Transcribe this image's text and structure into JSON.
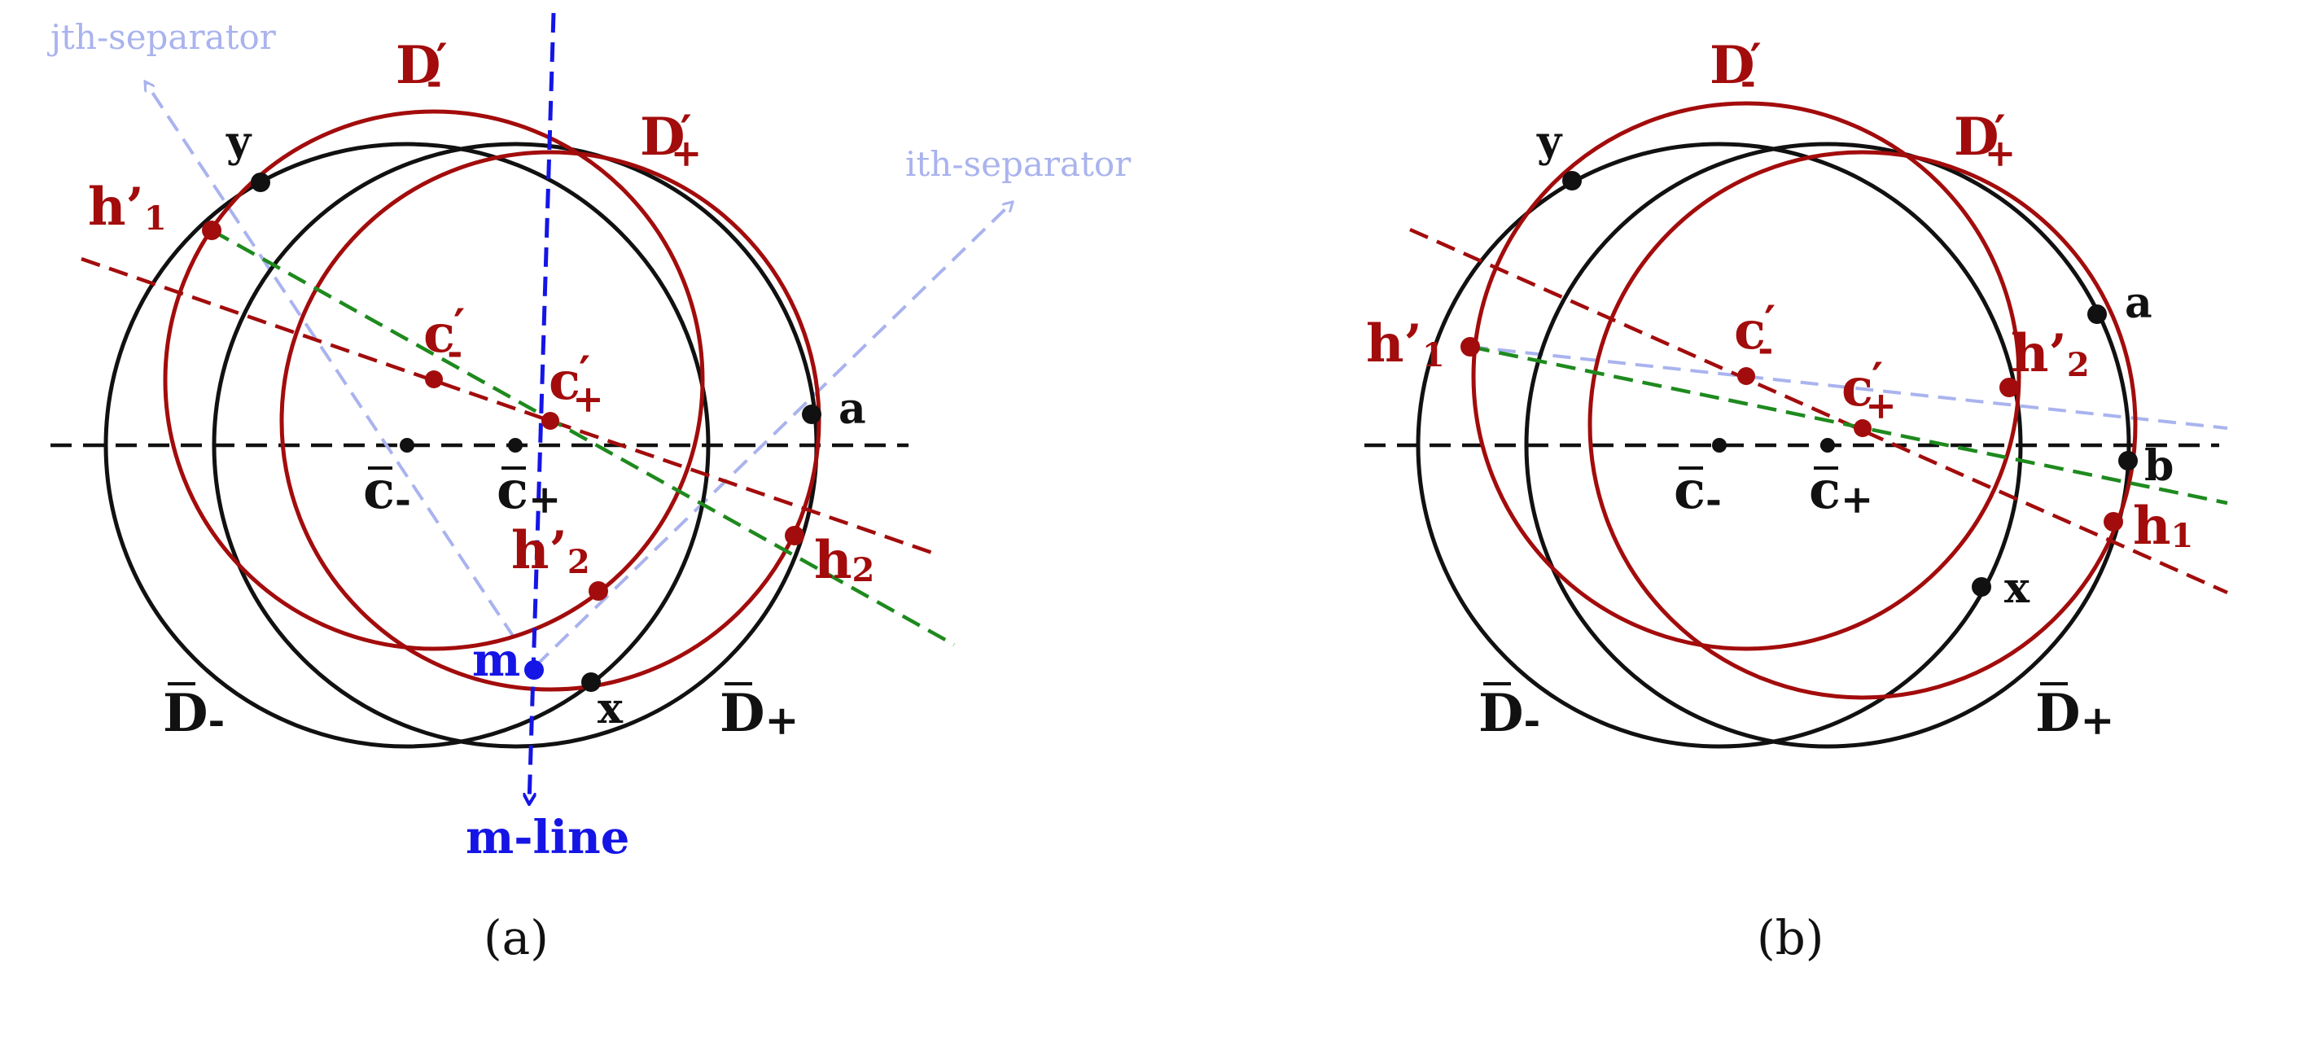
{
  "colors": {
    "black": "#111111",
    "red": "#a30c0c",
    "green": "#1e8a1e",
    "separator": "#a9b3ee",
    "blue": "#1515e6"
  },
  "panel_a": {
    "caption": "(a)",
    "labels": {
      "jth_separator": "jth-separator",
      "ith_separator": "ith-separator",
      "D_minus_prime": "D",
      "D_plus_prime": "D",
      "h1_prime": "h’",
      "h1_prime_sub": "1",
      "y": "y",
      "c_minus_prime": "c",
      "c_plus_prime": "c",
      "a": "a",
      "c_minus_bar": "c",
      "c_plus_bar": "c",
      "h2_prime": "h’",
      "h2_prime_sub": "2",
      "h2": "h",
      "h2_sub": "2",
      "m": "m",
      "x": "x",
      "D_minus_bar": "D",
      "D_plus_bar": "D",
      "m_line": "m-line"
    }
  },
  "panel_b": {
    "caption": "(b)",
    "labels": {
      "D_minus_prime": "D",
      "D_plus_prime": "D",
      "y": "y",
      "a": "a",
      "h1_prime": "h’",
      "h1_prime_sub": "1",
      "c_minus_prime": "c",
      "c_plus_prime": "c",
      "h2_prime": "h’",
      "h2_prime_sub": "2",
      "b": "b",
      "h1": "h",
      "h1_sub": "1",
      "c_minus_bar": "c",
      "c_plus_bar": "c",
      "x": "x",
      "D_minus_bar": "D",
      "D_plus_bar": "D"
    }
  },
  "signs": {
    "minus": "-",
    "plus": "+",
    "prime": "′"
  }
}
